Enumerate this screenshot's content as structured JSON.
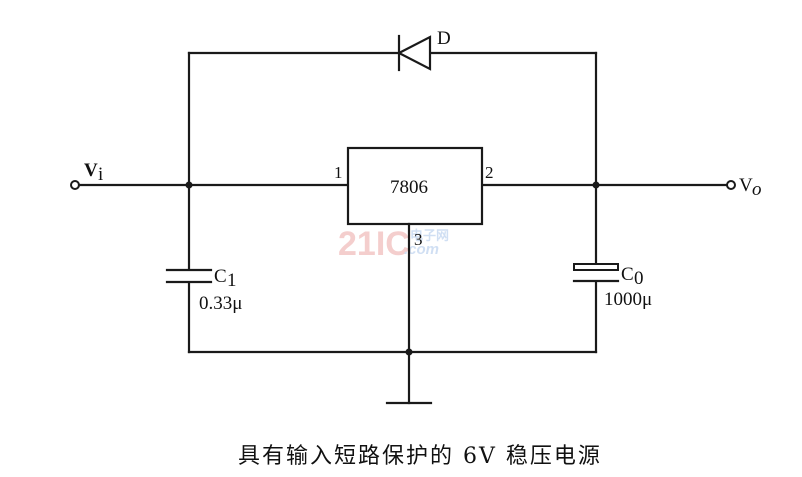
{
  "components": {
    "diode": {
      "label": "D"
    },
    "regulator": {
      "label": "7806",
      "pin_in": "1",
      "pin_out": "2",
      "pin_gnd": "3"
    },
    "c1": {
      "name": "C",
      "sub": "1",
      "value": "0.33μ"
    },
    "c0": {
      "name": "C",
      "sub": "0",
      "value": "1000μ"
    }
  },
  "terminals": {
    "vin": {
      "name": "V",
      "sub": "i"
    },
    "vout": {
      "name": "V",
      "sub": "o"
    }
  },
  "watermark": {
    "brand": "21IC",
    "cn": "电子网",
    "dom": ".com"
  },
  "caption": "具有输入短路保护的 6V 稳压电源"
}
